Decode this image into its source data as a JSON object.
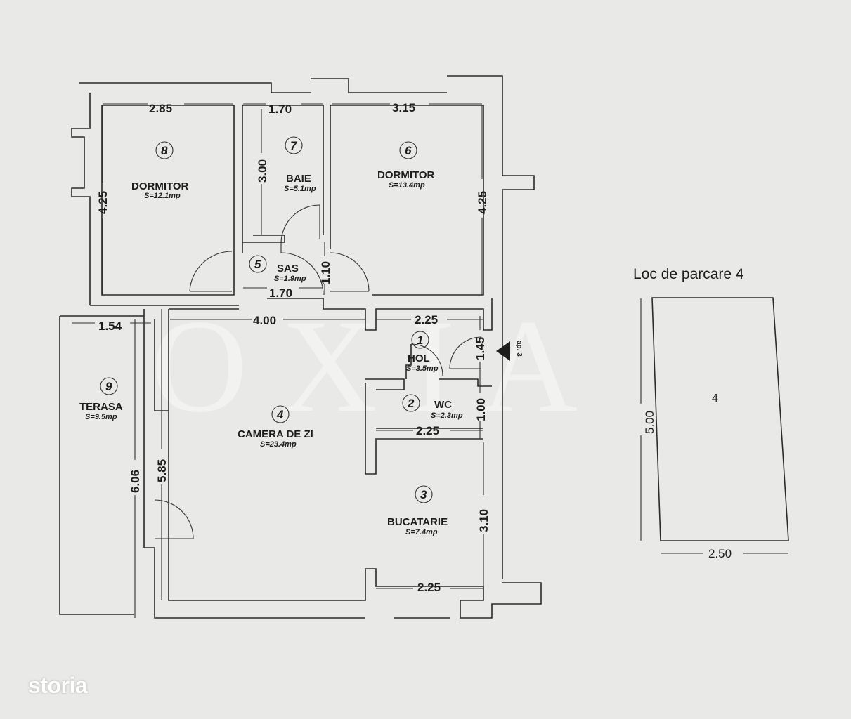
{
  "watermark": "O X I A",
  "logo": "storia",
  "rooms": [
    {
      "num": "1",
      "name": "HOL",
      "area": "S=3.5mp"
    },
    {
      "num": "2",
      "name": "WC",
      "area": "S=2.3mp"
    },
    {
      "num": "3",
      "name": "BUCATARIE",
      "area": "S=7.4mp"
    },
    {
      "num": "4",
      "name": "CAMERA DE ZI",
      "area": "S=23.4mp"
    },
    {
      "num": "5",
      "name": "SAS",
      "area": "S=1.9mp"
    },
    {
      "num": "6",
      "name": "DORMITOR",
      "area": "S=13.4mp"
    },
    {
      "num": "7",
      "name": "BAIE",
      "area": "S=5.1mp"
    },
    {
      "num": "8",
      "name": "DORMITOR",
      "area": "S=12.1mp"
    },
    {
      "num": "9",
      "name": "TERASA",
      "area": "S=9.5mp"
    }
  ],
  "dimensions": {
    "d8w": "2.85",
    "d7w": "1.70",
    "d6w": "3.15",
    "d8h": "4.25",
    "d7h": "3.00",
    "d6h": "4.25",
    "d5w": "1.70",
    "d5h": "1.10",
    "d4w": "4.00",
    "d1w": "2.25",
    "d1h": "1.45",
    "d9w": "1.54",
    "d9h": "6.06",
    "d4h": "5.85",
    "d2w": "2.25",
    "d2h": "1.00",
    "d3h": "3.10",
    "d3w": "2.25"
  },
  "entrance": "ap. 3",
  "parking": {
    "title": "Loc de parcare 4",
    "label": "4",
    "height": "5.00",
    "width": "2.50"
  }
}
